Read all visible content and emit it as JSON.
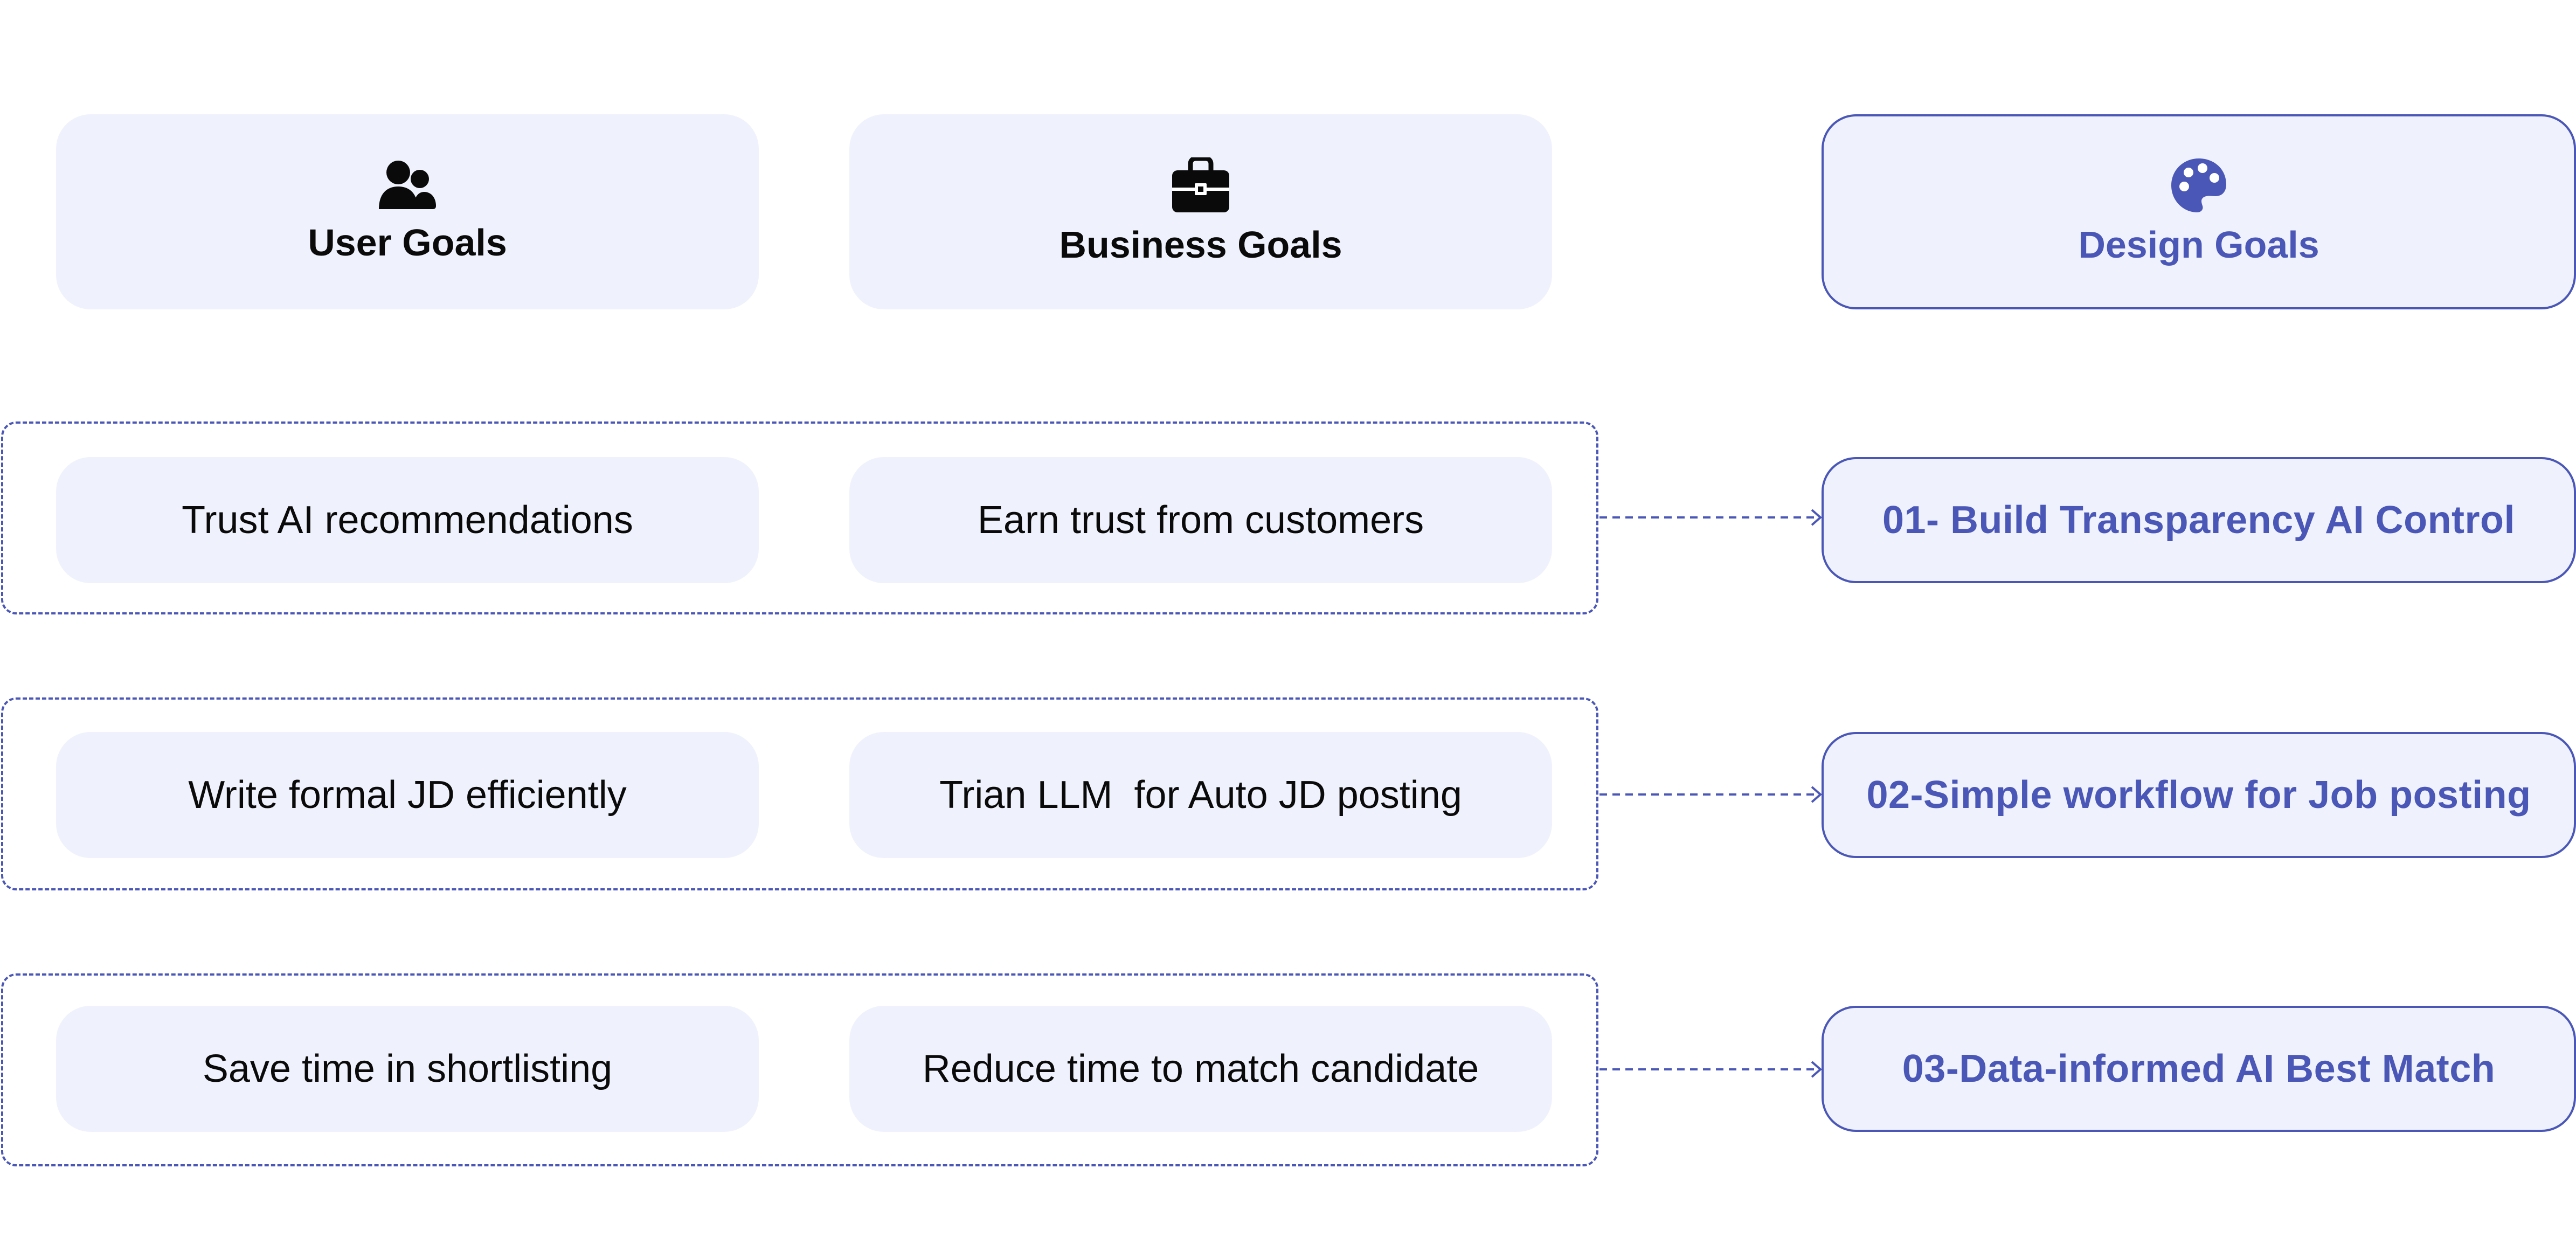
{
  "headers": {
    "user": {
      "title": "User Goals",
      "icon": "users-icon"
    },
    "business": {
      "title": "Business Goals",
      "icon": "briefcase-icon"
    },
    "design": {
      "title": "Design Goals",
      "icon": "palette-icon"
    }
  },
  "rows": [
    {
      "user_goal": "Trust AI recommendations",
      "business_goal": "Earn trust from customers",
      "design_goal": "01- Build Transparency AI Control"
    },
    {
      "user_goal": "Write formal JD efficiently",
      "business_goal": "Trian LLM  for Auto JD posting",
      "design_goal": "02-Simple workflow for Job posting"
    },
    {
      "user_goal": "Save time in shortlisting",
      "business_goal": "Reduce time to match candidate",
      "design_goal": "03-Data-informed AI Best Match"
    }
  ],
  "colors": {
    "accent": "#4a57b7",
    "card_bg": "#eff2fc",
    "text": "#0a0a0a"
  }
}
